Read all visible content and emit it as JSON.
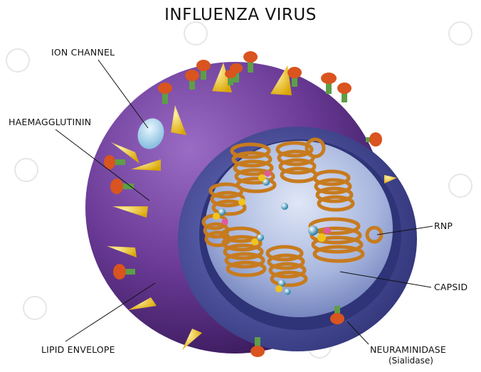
{
  "title": "INFLUENZA VIRUS",
  "labels": {
    "ion_channel": "ION CHANNEL",
    "haemagglutinin": "HAEMAGGLUTININ",
    "lipid_envelope": "LIPID ENVELOPE",
    "rnp": "RNP",
    "capsid": "CAPSID",
    "neuraminidase": "NEURAMINIDASE",
    "neuraminidase_sub": "(Sialidase)"
  },
  "colors": {
    "envelope": "#5b2f86",
    "envelope_light": "#7f4fae",
    "capsid": "#3b3f8c",
    "interior": "#9fb1dc",
    "rnp_coil": "#c77b1e",
    "spike_cone": "#f0c419",
    "mushroom_cap": "#d9541e",
    "mushroom_stalk": "#5e9e47",
    "ion_channel": "#a8d4ee"
  }
}
